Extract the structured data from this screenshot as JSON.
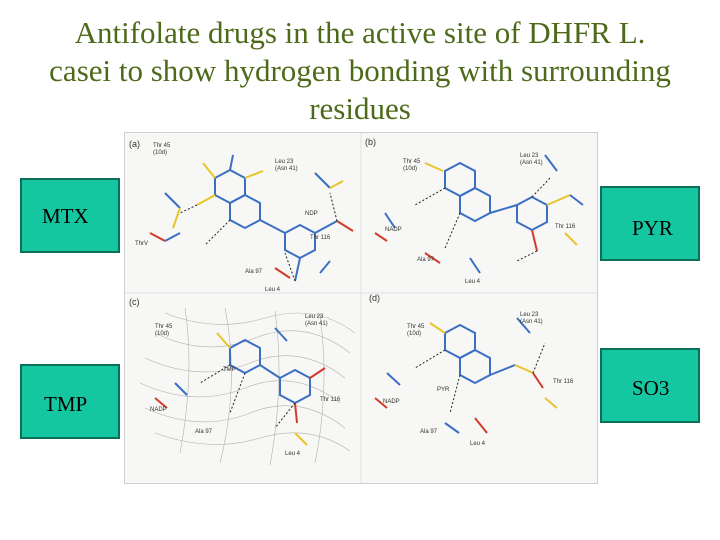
{
  "title": "Antifolate drugs in the active site of DHFR L. casei to show hydrogen bonding with surrounding residues",
  "labels": {
    "mtx": "MTX",
    "tmp": "TMP",
    "pyr": "PYR",
    "so3": "SO3"
  },
  "panels": {
    "a": "(a)",
    "b": "(b)",
    "c": "(c)",
    "d": "(d)"
  },
  "colors": {
    "title": "#4d6a1a",
    "label_fill": "#14c7a0",
    "label_border": "#0c6f58",
    "bond_blue": "#3a6fc4",
    "bond_yellow": "#e8c52a",
    "bond_red": "#d23a2a"
  }
}
